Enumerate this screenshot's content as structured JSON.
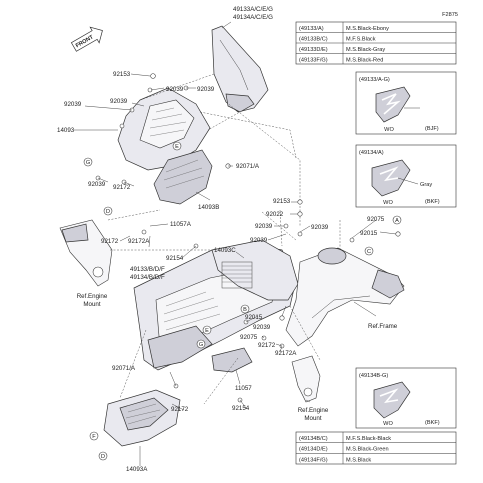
{
  "figure": {
    "code": "F2875"
  },
  "front_arrow": {
    "label": "FRONT"
  },
  "tables": {
    "top": [
      {
        "code": "(49133/A)",
        "color": "M.S.Black-Ebony"
      },
      {
        "code": "(49133B/C)",
        "color": "M.F.S.Black"
      },
      {
        "code": "(49133D/E)",
        "color": "M.S.Black-Gray"
      },
      {
        "code": "(49133F/G)",
        "color": "M.S.Black-Red"
      }
    ],
    "bottom": [
      {
        "code": "(49134B/C)",
        "color": "M.F.S.Black-Black"
      },
      {
        "code": "(49134D/E)",
        "color": "M.S.Black-Green"
      },
      {
        "code": "(49134F/G)",
        "color": "M.S.Black"
      }
    ]
  },
  "callouts": [
    {
      "title": "(49133/A-G)",
      "tag": "(BJF)",
      "wo": "WO"
    },
    {
      "title": "(49134/A)",
      "note": "Gray",
      "tag": "(BKF)",
      "wo": "WO"
    },
    {
      "title": "(49134B-G)",
      "tag": "(BKF)",
      "wo": "WO"
    }
  ],
  "part_labels": {
    "p49133_top_1": "49133A/C/E/G",
    "p49133_top_2": "49134A/C/E/G",
    "p92153_a": "92153",
    "p92039_a": "92039",
    "p92039_b": "92039",
    "p92039_c": "92039",
    "p92039_d": "92039",
    "p14093": "14093",
    "p92172_a": "92172",
    "p14093b": "14093B",
    "p92071a_a": "92071/A",
    "p11057a": "11057A",
    "p92172a_a": "92172A",
    "p92172_b": "92172",
    "p92154_a": "92154",
    "p49133_mid_1": "49133/B/D/F",
    "p49134_mid_2": "49134/B/D/F",
    "ref_engine_1": "Ref.Engine",
    "ref_mount_1": "Mount",
    "p92153_b": "92153",
    "p92022": "92022",
    "p92039_e": "92039",
    "p92039_f": "92039",
    "p92039_g": "92039",
    "p14093c": "14093C",
    "p92075_a": "92075",
    "p92015_a": "92015",
    "p92015_b": "92015",
    "p92039_h": "92039",
    "p92075_b": "92075",
    "p92172_c": "92172",
    "p92172a_b": "92172A",
    "ref_frame": "Ref.Frame",
    "p92071a_b": "92071/A",
    "p92172_d": "92172",
    "p11057": "11057",
    "p92154_b": "92154",
    "ref_engine_2": "Ref.Engine",
    "ref_mount_2": "Mount",
    "p14093a": "14093A"
  },
  "letter_markers": {
    "A": "A",
    "B": "B",
    "C": "C",
    "D": "D",
    "E": "E",
    "F": "F",
    "G": "G"
  },
  "colors": {
    "line": "#333333",
    "fill_light": "#e9e9ef",
    "fill_dark": "#cfcfd8",
    "background": "#ffffff"
  }
}
